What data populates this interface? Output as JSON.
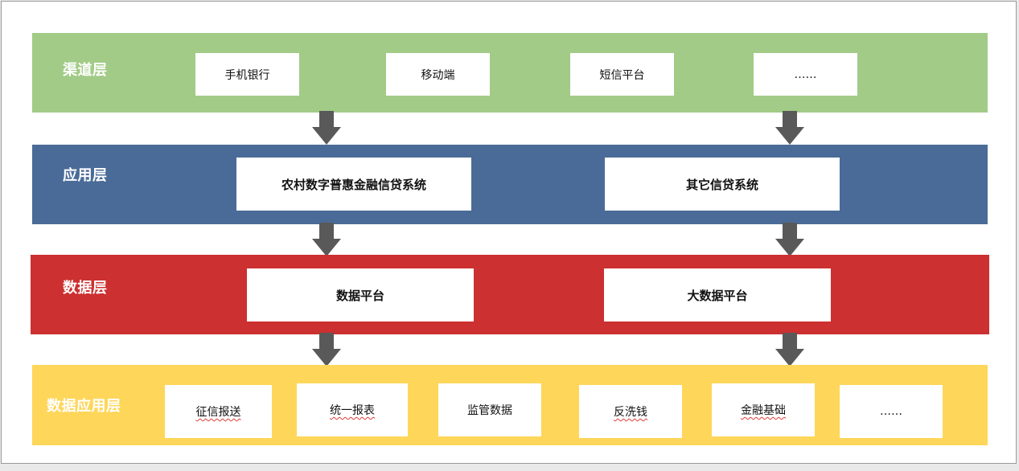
{
  "colors": {
    "channel": "#a2cb87",
    "application": "#4a6b97",
    "data": "#cc3030",
    "data_app": "#fed65a",
    "arrow": "#595959"
  },
  "layers": {
    "channel": {
      "title": "渠道层",
      "items": [
        "手机银行",
        "移动端",
        "短信平台",
        "……"
      ]
    },
    "application": {
      "title": "应用层",
      "items": [
        "农村数字普惠金融信贷系统",
        "其它信贷系统"
      ]
    },
    "data": {
      "title": "数据层",
      "items": [
        "数据平台",
        "大数据平台"
      ]
    },
    "data_app": {
      "title": "数据应用层",
      "items": [
        "征信报送",
        "统一报表",
        "监管数据",
        "反洗钱",
        "金融基础",
        "……"
      ]
    }
  }
}
